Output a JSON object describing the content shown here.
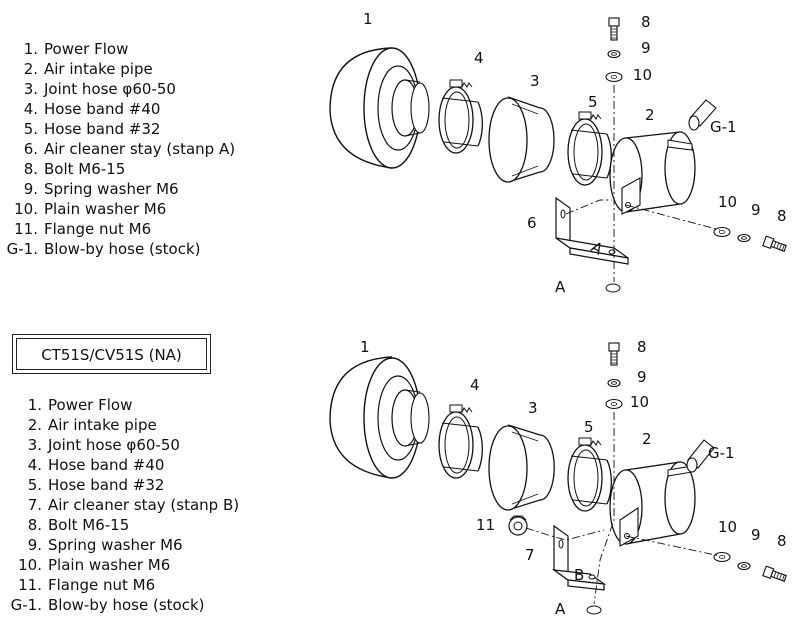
{
  "top_diagram": {
    "parts": [
      {
        "num": "1.",
        "label": "Power Flow"
      },
      {
        "num": "2.",
        "label": "Air intake pipe"
      },
      {
        "num": "3.",
        "label": "Joint hose  φ60-50"
      },
      {
        "num": "4.",
        "label": "Hose band  #40"
      },
      {
        "num": "5.",
        "label": "Hose band  #32"
      },
      {
        "num": "6.",
        "label": "Air cleaner stay (stanp A)"
      },
      {
        "num": "8.",
        "label": "Bolt  M6-15"
      },
      {
        "num": "9.",
        "label": "Spring washer  M6"
      },
      {
        "num": "10.",
        "label": "Plain washer  M6"
      },
      {
        "num": "11.",
        "label": "Flange nut  M6"
      },
      {
        "num": "G-1.",
        "label": "Blow-by hose (stock)"
      }
    ],
    "callouts": {
      "c1": "1",
      "c2": "2",
      "c3": "3",
      "c4": "4",
      "c5": "5",
      "c6": "6",
      "c8a": "8",
      "c9a": "9",
      "c10a": "10",
      "c10b": "10",
      "c9b": "9",
      "c8b": "8",
      "g1": "G-1",
      "a": "A",
      "stay_mark": "A"
    }
  },
  "bottom_diagram": {
    "model": "CT51S/CV51S (NA)",
    "parts": [
      {
        "num": "1.",
        "label": "Power Flow"
      },
      {
        "num": "2.",
        "label": "Air intake pipe"
      },
      {
        "num": "3.",
        "label": "Joint hose  φ60-50"
      },
      {
        "num": "4.",
        "label": "Hose band  #40"
      },
      {
        "num": "5.",
        "label": "Hose band  #32"
      },
      {
        "num": "7.",
        "label": "Air cleaner stay (stanp B)"
      },
      {
        "num": "8.",
        "label": "Bolt  M6-15"
      },
      {
        "num": "9.",
        "label": "Spring washer  M6"
      },
      {
        "num": "10.",
        "label": "Plain washer  M6"
      },
      {
        "num": "11.",
        "label": "Flange nut  M6"
      },
      {
        "num": "G-1.",
        "label": "Blow-by hose (stock)"
      }
    ],
    "callouts": {
      "c1": "1",
      "c2": "2",
      "c3": "3",
      "c4": "4",
      "c5": "5",
      "c7": "7",
      "c11": "11",
      "c8a": "8",
      "c9a": "9",
      "c10a": "10",
      "c10b": "10",
      "c9b": "9",
      "c8b": "8",
      "g1": "G-1",
      "a": "A",
      "stay_mark": "B"
    }
  }
}
